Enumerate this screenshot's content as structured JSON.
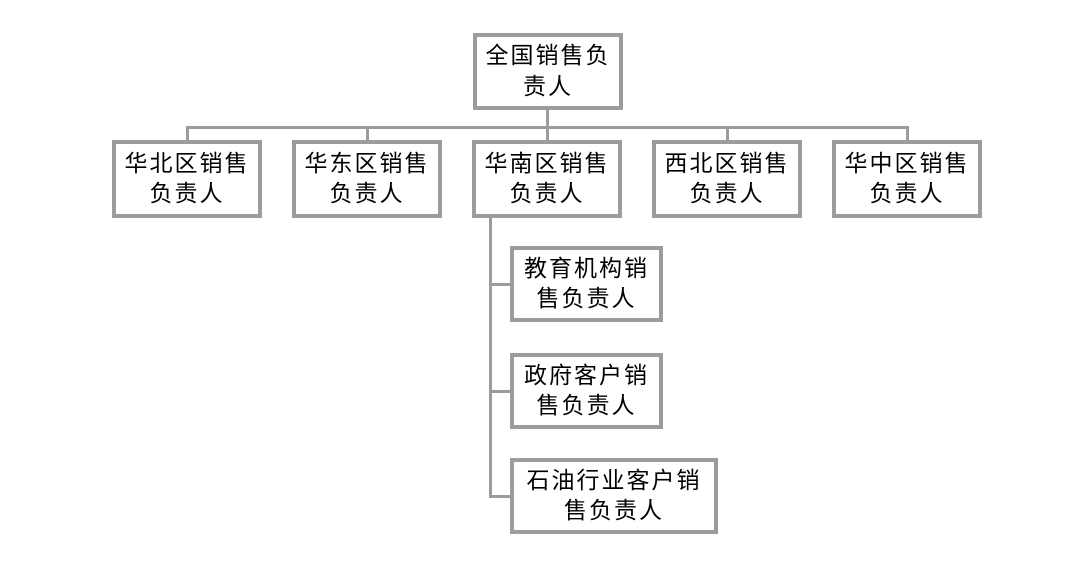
{
  "diagram": {
    "type": "org-chart",
    "colors": {
      "background": "#ffffff",
      "box_border": "#9c9c9c",
      "connector": "#9c9c9c",
      "text": "#000000"
    },
    "tree": {
      "label": "全国销售负责人",
      "children": [
        {
          "label": "华北区销售负责人",
          "children": []
        },
        {
          "label": "华东区销售负责人",
          "children": []
        },
        {
          "label": "华南区销售负责人",
          "children": [
            {
              "label": "教育机构销售负责人",
              "children": []
            },
            {
              "label": "政府客户销售负责人",
              "children": []
            },
            {
              "label": "石油行业客户销售负责人",
              "children": []
            }
          ]
        },
        {
          "label": "西北区销售负责人",
          "children": []
        },
        {
          "label": "华中区销售负责人",
          "children": []
        }
      ]
    }
  }
}
